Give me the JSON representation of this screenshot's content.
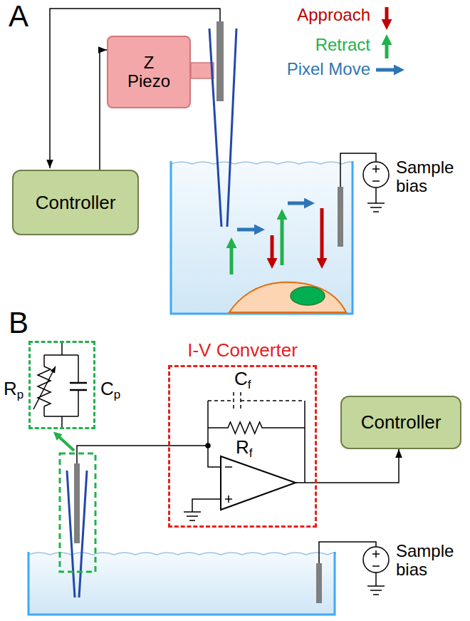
{
  "diagram": {
    "nodes": [
      {
        "text": [
          "Z Piezo"
        ]
      },
      {
        "text": [
          "Controller"
        ]
      },
      {
        "text": [
          "Rp",
          "Cp"
        ]
      },
      {
        "text": [
          "I-V Converter",
          "Cf",
          "Rf"
        ]
      },
      {
        "text": [
          "Controller"
        ]
      }
    ],
    "edges": [
      {
        "from": 1,
        "to": 0,
        "arrow": "to"
      },
      {
        "from": 3,
        "to": 4,
        "arrow": "to"
      }
    ],
    "labels": [
      "A",
      "Sample bias",
      "B",
      "Sample bias"
    ],
    "legend": [
      {
        "text": "Approach"
      },
      {
        "text": "Retract"
      },
      {
        "text": "Pixel Move"
      }
    ]
  }
}
